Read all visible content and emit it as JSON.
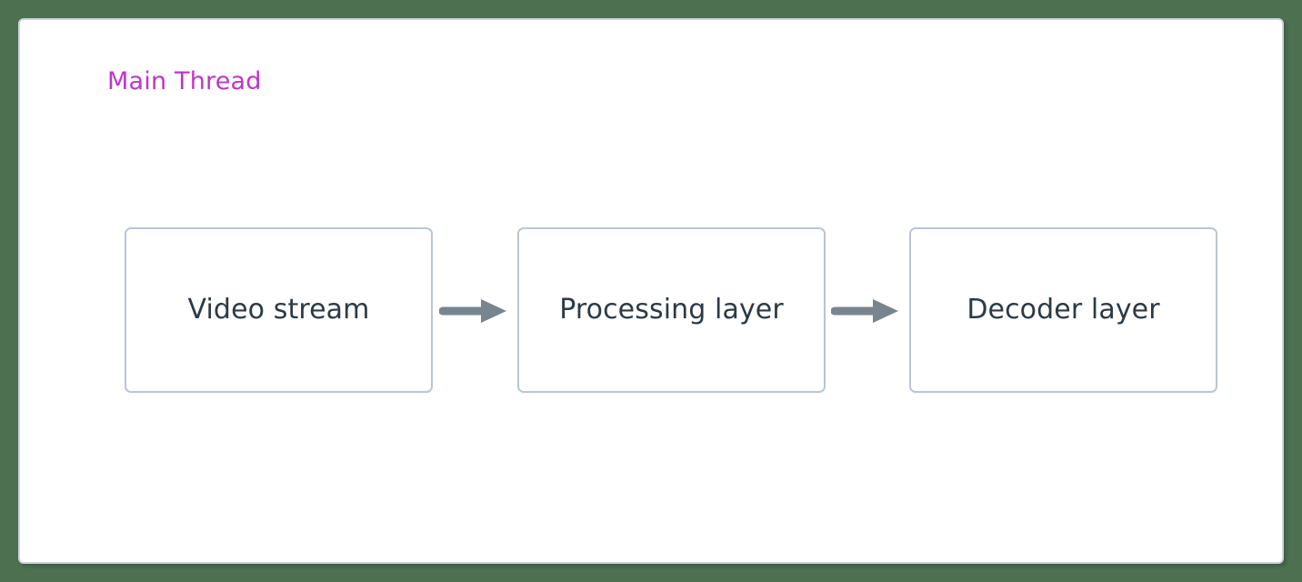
{
  "page": {
    "background_color": "#4d7050",
    "panel_background": "#ffffff",
    "panel_border_color": "#ccd5de"
  },
  "diagram": {
    "type": "flowchart",
    "direction": "left-to-right",
    "subgraph": {
      "title": "Main Thread",
      "title_color": "#c034c9"
    },
    "node_style": {
      "border_color": "#b8c7d2",
      "fill_color": "#ffffff",
      "text_color": "#2b3a46"
    },
    "edge_style": {
      "color": "#78858f",
      "arrowhead": "solid-triangle"
    },
    "nodes": [
      {
        "id": "video-stream",
        "label": "Video stream"
      },
      {
        "id": "processing-layer",
        "label": "Processing layer"
      },
      {
        "id": "decoder-layer",
        "label": "Decoder layer"
      }
    ],
    "edges": [
      {
        "id": "video-to-processing",
        "from": "video-stream",
        "to": "processing-layer",
        "label": ""
      },
      {
        "id": "processing-to-decoder",
        "from": "processing-layer",
        "to": "decoder-layer",
        "label": ""
      }
    ]
  }
}
